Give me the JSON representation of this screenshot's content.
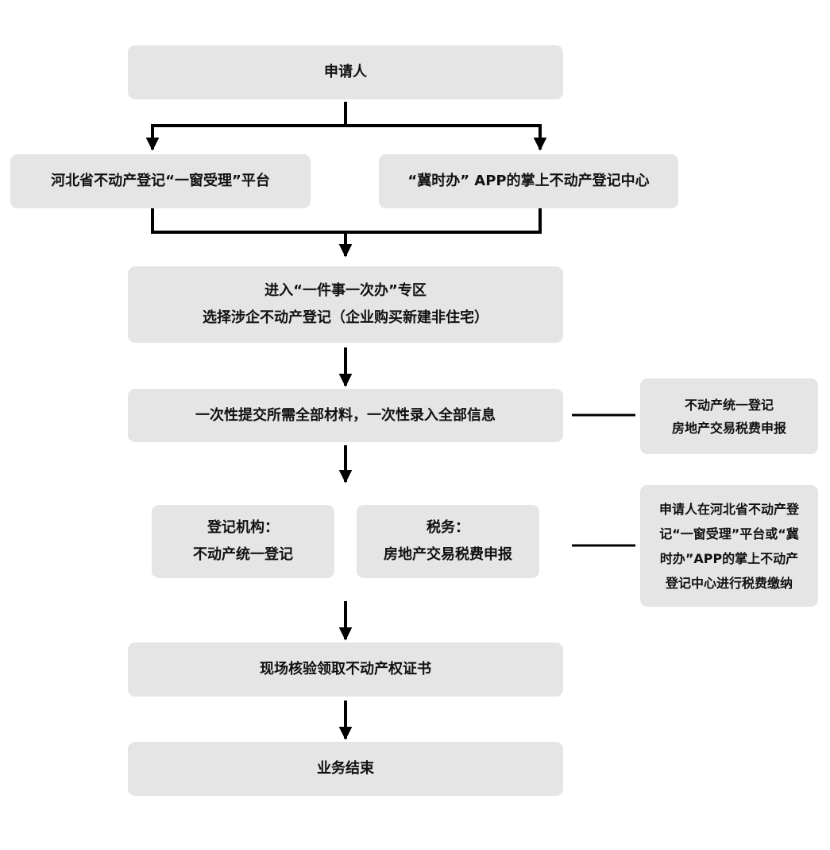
{
  "nodes": {
    "applicant": {
      "lines": [
        "申请人"
      ]
    },
    "hebei_platform": {
      "lines": [
        "河北省不动产登记“一窗受理”平台"
      ]
    },
    "jishiban_app": {
      "lines": [
        "“冀时办” APP的掌上不动产登记中心"
      ]
    },
    "enter_zone": {
      "lines": [
        "进入“一件事一次办”专区",
        "选择涉企不动产登记（企业购买新建非住宅）"
      ]
    },
    "submit_once": {
      "lines": [
        "一次性提交所需全部材料，一次性录入全部信息"
      ]
    },
    "registration_org": {
      "lines": [
        "登记机构：",
        "不动产统一登记"
      ]
    },
    "tax": {
      "lines": [
        "税务：",
        "房地产交易税费申报"
      ]
    },
    "onsite_check": {
      "lines": [
        "现场核验领取不动产权证书"
      ]
    },
    "business_end": {
      "lines": [
        "业务结束"
      ]
    },
    "side_note_1": {
      "lines": [
        "不动产统一登记",
        "房地产交易税费申报"
      ]
    },
    "side_note_2": {
      "lines": [
        "申请人在河北省不动产登",
        "记“一窗受理”平台或“冀",
        "时办”APP的掌上不动产",
        "登记中心进行税费缴纳"
      ]
    }
  },
  "colors": {
    "box_fill": "#e5e5e5",
    "line": "#000000",
    "text": "#111111"
  }
}
